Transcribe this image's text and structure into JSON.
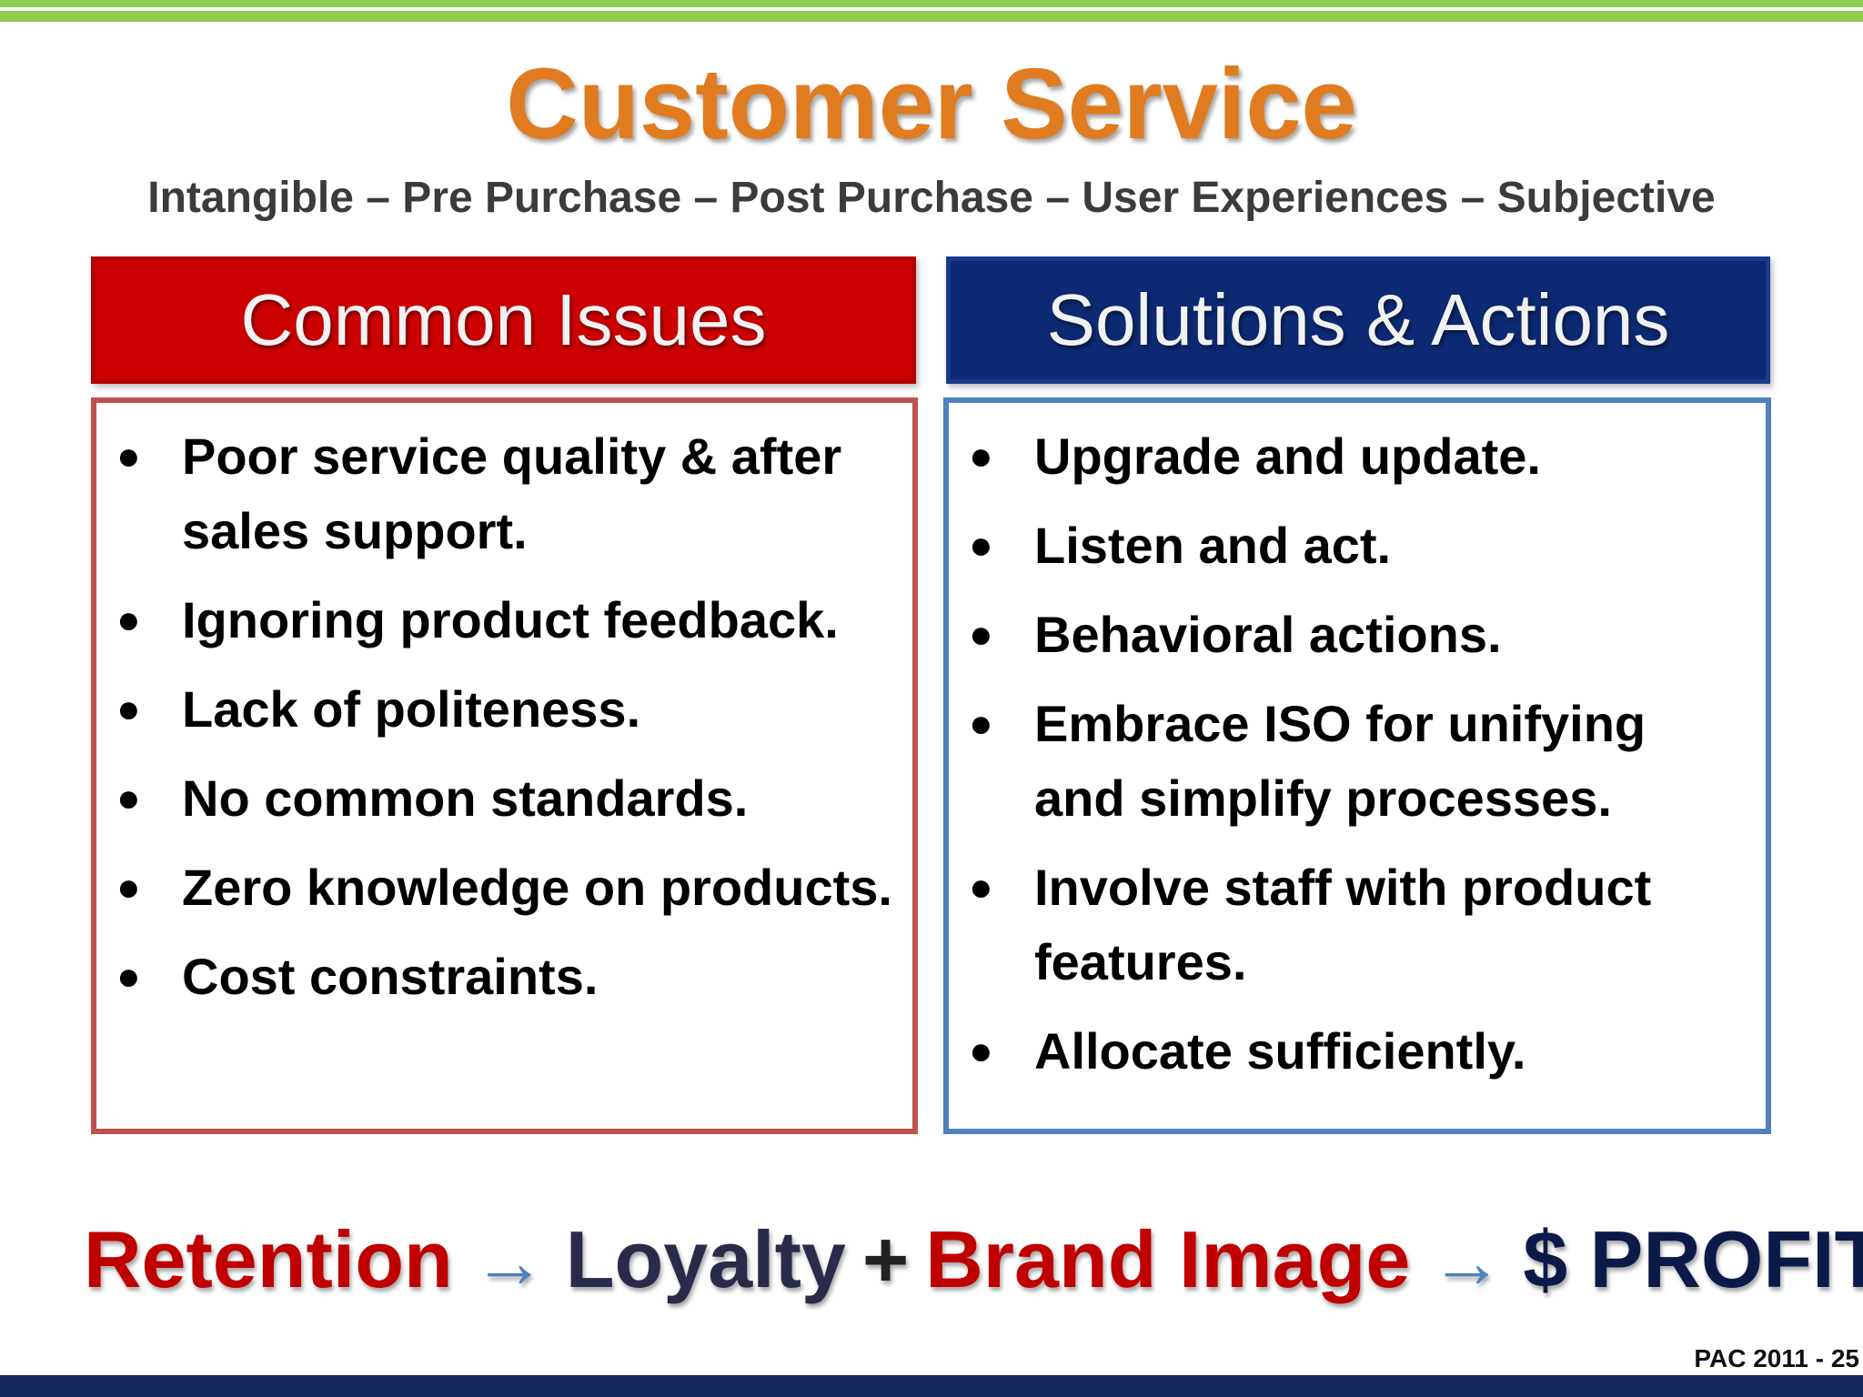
{
  "slide": {
    "title": "Customer Service",
    "subtitle": "Intangible – Pre Purchase – Post Purchase – User Experiences – Subjective",
    "footer": "PAC 2011 - 25"
  },
  "issues": {
    "header": "Common Issues",
    "items": [
      "Poor service quality & after sales support.",
      "Ignoring product feedback.",
      "Lack of politeness.",
      "No common standards.",
      "Zero knowledge on products.",
      "Cost constraints."
    ]
  },
  "solutions": {
    "header": "Solutions & Actions",
    "items": [
      "Upgrade and update.",
      "Listen and act.",
      "Behavioral actions.",
      "Embrace ISO for unifying and simplify processes.",
      "Involve staff with product features.",
      "Allocate sufficiently."
    ]
  },
  "tagline": {
    "retention": "Retention",
    "arrow": "→",
    "loyalty": "Loyalty",
    "plus": "+",
    "brand_image": "Brand Image",
    "profit": "$ PROFIT $"
  },
  "colors": {
    "title": "#e07b20",
    "issues_header_bg": "#cc0000",
    "solutions_header_bg": "#0c2a73",
    "issues_border": "#c0504d",
    "solutions_border": "#4f81bd",
    "top_band": "#8fcc4f",
    "bottom_band": "#13295f"
  }
}
